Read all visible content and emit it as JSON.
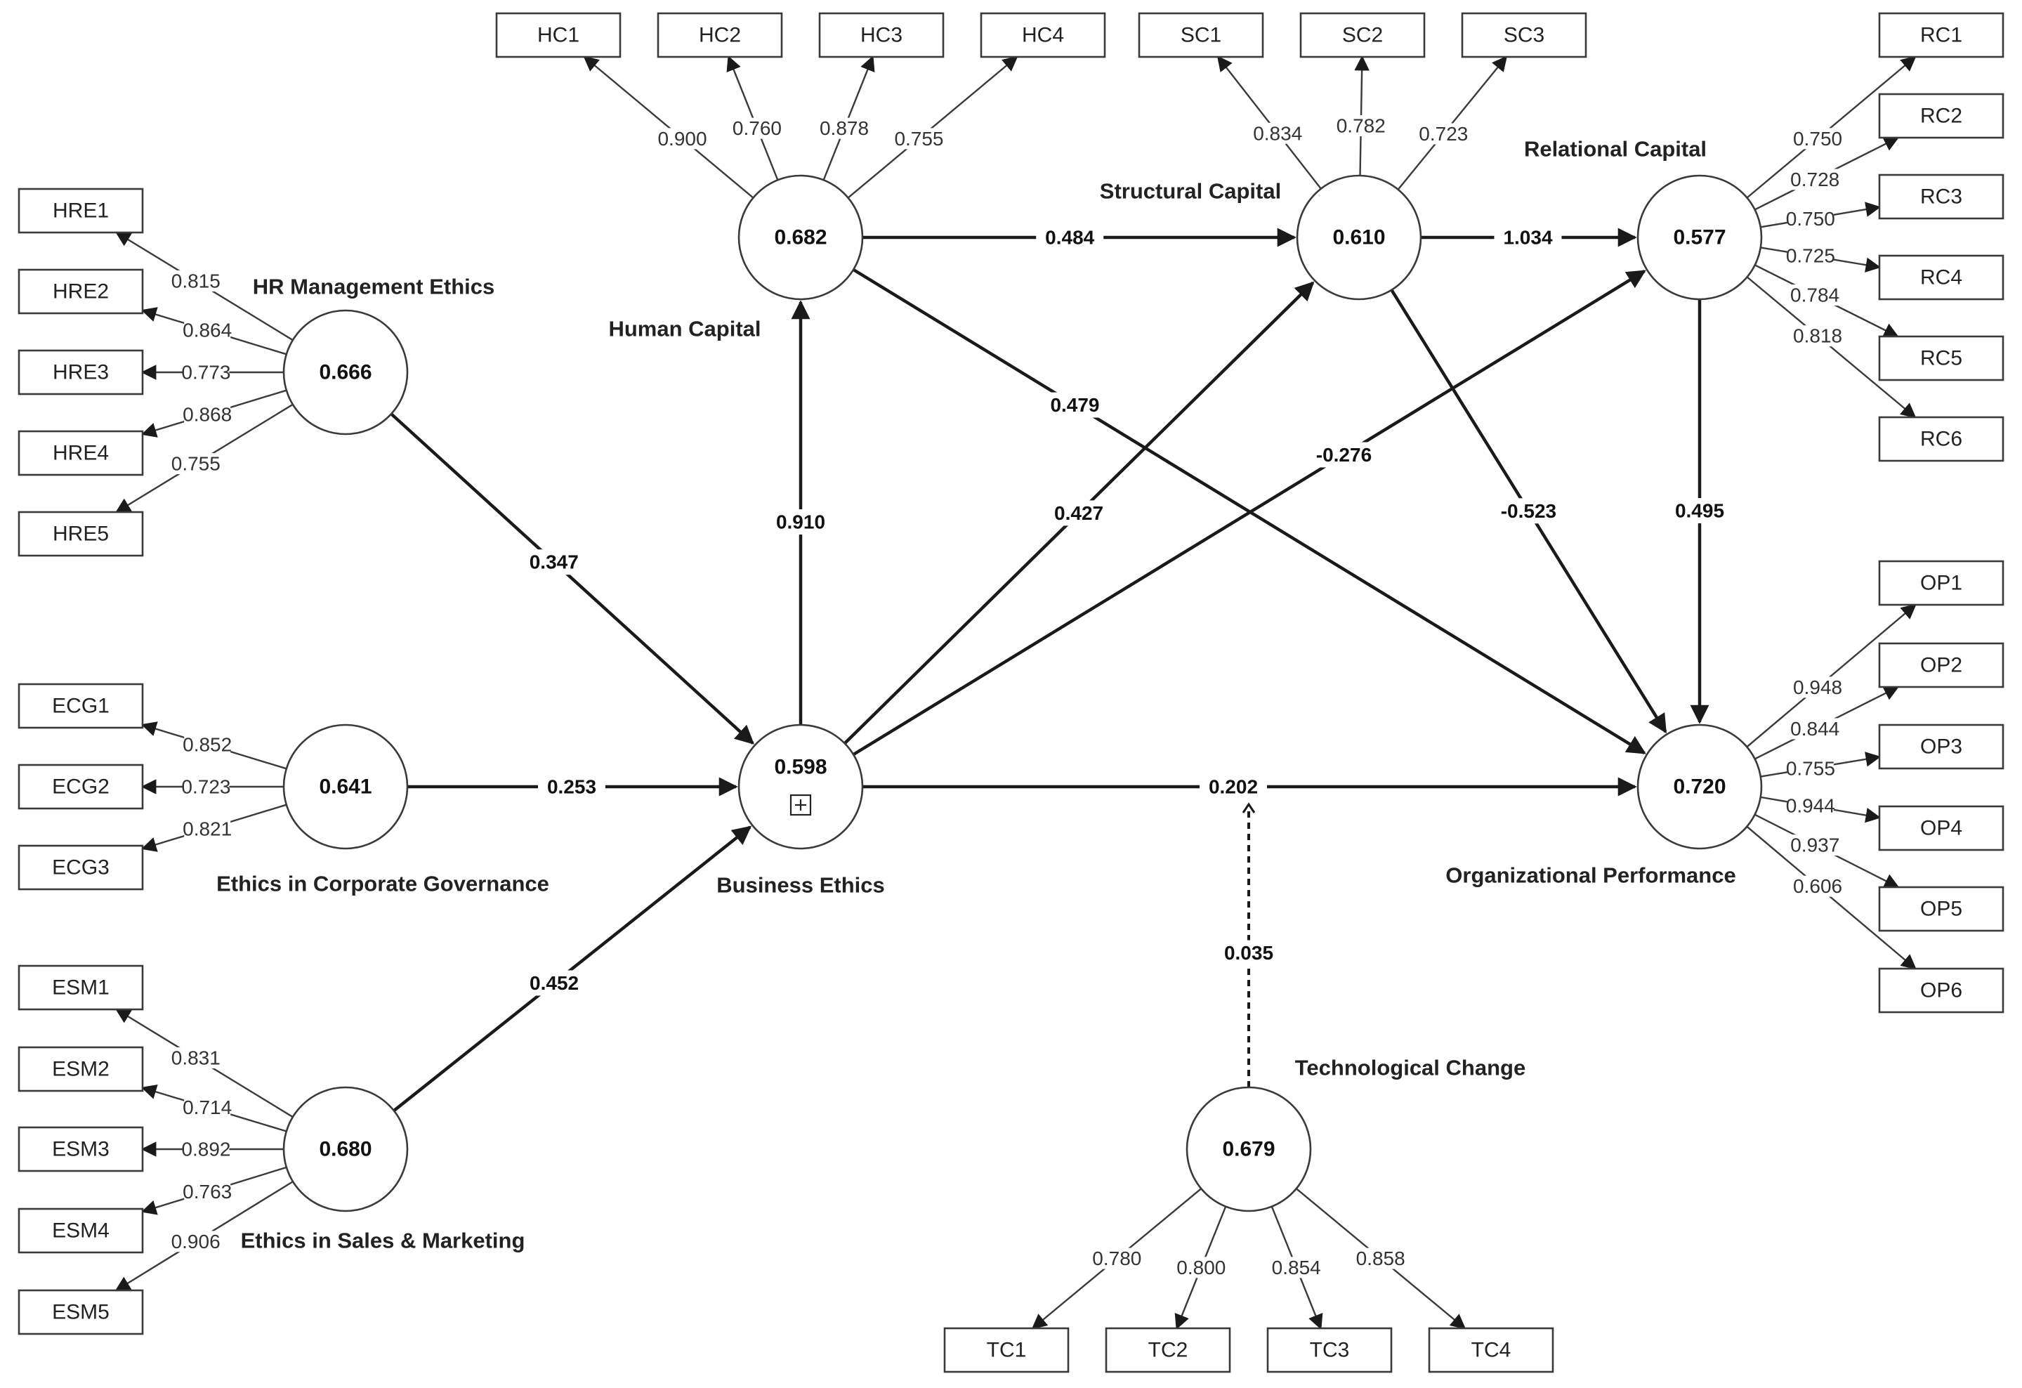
{
  "constructs": {
    "hre": {
      "name": "HR Management Ethics",
      "value": "0.666"
    },
    "ecg": {
      "name": "Ethics in Corporate Governance",
      "value": "0.641"
    },
    "esm": {
      "name": "Ethics in Sales & Marketing",
      "value": "0.680"
    },
    "be": {
      "name": "Business Ethics",
      "value": "0.598"
    },
    "hc": {
      "name": "Human Capital",
      "value": "0.682"
    },
    "sc": {
      "name": "Structural Capital",
      "value": "0.610"
    },
    "rc": {
      "name": "Relational Capital",
      "value": "0.577"
    },
    "op": {
      "name": "Organizational Performance",
      "value": "0.720"
    },
    "tc": {
      "name": "Technological Change",
      "value": "0.679"
    }
  },
  "indicators": {
    "hre": [
      {
        "label": "HRE1",
        "loading": "0.815"
      },
      {
        "label": "HRE2",
        "loading": "0.864"
      },
      {
        "label": "HRE3",
        "loading": "0.773"
      },
      {
        "label": "HRE4",
        "loading": "0.868"
      },
      {
        "label": "HRE5",
        "loading": "0.755"
      }
    ],
    "ecg": [
      {
        "label": "ECG1",
        "loading": "0.852"
      },
      {
        "label": "ECG2",
        "loading": "0.723"
      },
      {
        "label": "ECG3",
        "loading": "0.821"
      }
    ],
    "esm": [
      {
        "label": "ESM1",
        "loading": "0.831"
      },
      {
        "label": "ESM2",
        "loading": "0.714"
      },
      {
        "label": "ESM3",
        "loading": "0.892"
      },
      {
        "label": "ESM4",
        "loading": "0.763"
      },
      {
        "label": "ESM5",
        "loading": "0.906"
      }
    ],
    "hc": [
      {
        "label": "HC1",
        "loading": "0.900"
      },
      {
        "label": "HC2",
        "loading": "0.760"
      },
      {
        "label": "HC3",
        "loading": "0.878"
      },
      {
        "label": "HC4",
        "loading": "0.755"
      }
    ],
    "sc": [
      {
        "label": "SC1",
        "loading": "0.834"
      },
      {
        "label": "SC2",
        "loading": "0.782"
      },
      {
        "label": "SC3",
        "loading": "0.723"
      }
    ],
    "rc": [
      {
        "label": "RC1",
        "loading": "0.750"
      },
      {
        "label": "RC2",
        "loading": "0.728"
      },
      {
        "label": "RC3",
        "loading": "0.750"
      },
      {
        "label": "RC4",
        "loading": "0.725"
      },
      {
        "label": "RC5",
        "loading": "0.784"
      },
      {
        "label": "RC6",
        "loading": "0.818"
      }
    ],
    "op": [
      {
        "label": "OP1",
        "loading": "0.948"
      },
      {
        "label": "OP2",
        "loading": "0.844"
      },
      {
        "label": "OP3",
        "loading": "0.755"
      },
      {
        "label": "OP4",
        "loading": "0.944"
      },
      {
        "label": "OP5",
        "loading": "0.937"
      },
      {
        "label": "OP6",
        "loading": "0.606"
      }
    ],
    "tc": [
      {
        "label": "TC1",
        "loading": "0.780"
      },
      {
        "label": "TC2",
        "loading": "0.800"
      },
      {
        "label": "TC3",
        "loading": "0.854"
      },
      {
        "label": "TC4",
        "loading": "0.858"
      }
    ]
  },
  "paths": [
    {
      "from": "hre",
      "to": "be",
      "value": "0.347"
    },
    {
      "from": "ecg",
      "to": "be",
      "value": "0.253"
    },
    {
      "from": "esm",
      "to": "be",
      "value": "0.452"
    },
    {
      "from": "be",
      "to": "hc",
      "value": "0.910"
    },
    {
      "from": "be",
      "to": "sc",
      "value": "0.427"
    },
    {
      "from": "be",
      "to": "rc",
      "value": "-0.276"
    },
    {
      "from": "be",
      "to": "op",
      "value": "0.202"
    },
    {
      "from": "hc",
      "to": "sc",
      "value": "0.484"
    },
    {
      "from": "hc",
      "to": "op",
      "value": "0.479"
    },
    {
      "from": "sc",
      "to": "rc",
      "value": "1.034"
    },
    {
      "from": "sc",
      "to": "op",
      "value": "-0.523"
    },
    {
      "from": "rc",
      "to": "op",
      "value": "0.495"
    },
    {
      "from": "tc",
      "to": "be-op",
      "value": "0.035",
      "style": "moderation"
    }
  ]
}
